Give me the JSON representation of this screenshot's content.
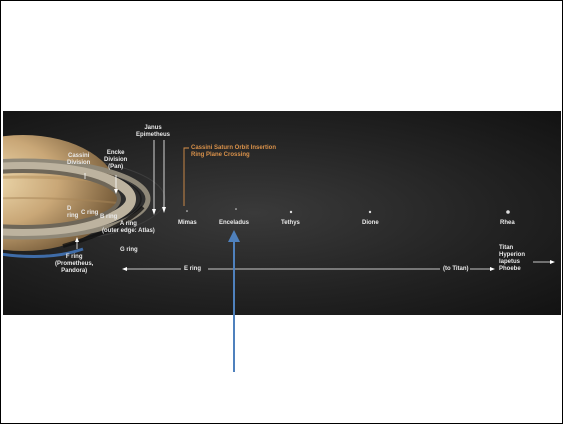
{
  "labels": {
    "janus_epimetheus": "Janus\nEpimetheus",
    "cassini_division": "Cassini\nDivision",
    "encke_division": "Encke\nDivision\n(Pan)",
    "soi": "Cassini Saturn Orbit Insertion\nRing Plane Crossing",
    "d_ring": "D\nring",
    "c_ring": "C ring",
    "b_ring": "B ring",
    "a_ring": "A ring\n(outer edge: Atlas)",
    "f_ring": "F ring\n(Prometheus,\nPandora)",
    "g_ring": "G ring",
    "mimas": "Mimas",
    "enceladus": "Enceladus",
    "tethys": "Tethys",
    "dione": "Dione",
    "rhea": "Rhea",
    "e_ring": "E ring",
    "to_titan": "(to Titan)",
    "outer_moons": "Titan\nHyperion\nIapetus\nPhoebe"
  },
  "colors": {
    "arrow": "#4f81bd",
    "soi_label": "#d9914a"
  }
}
